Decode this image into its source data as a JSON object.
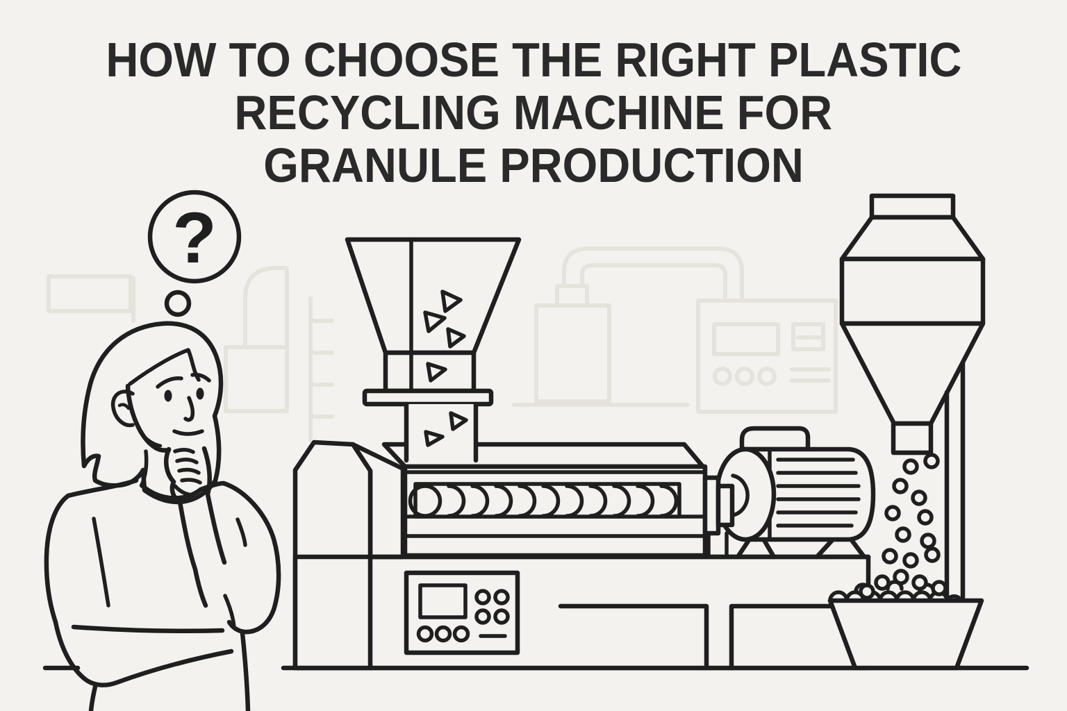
{
  "title": {
    "line1": "HOW TO CHOOSE THE RIGHT PLASTIC",
    "line2": "RECYCLING MACHINE FOR",
    "line3": "GRANULE PRODUCTION"
  },
  "thought": {
    "question_mark": "?"
  },
  "colors": {
    "background": "#f4f2ee",
    "line": "#1f1f1f",
    "title_text": "#2a2a2a",
    "faint_background_lines": "#e6e3dd"
  },
  "icons": {
    "thought_bubble": "question-mark-bubble",
    "plastic_flakes": "triangle-flakes",
    "granules": "small-circles"
  }
}
